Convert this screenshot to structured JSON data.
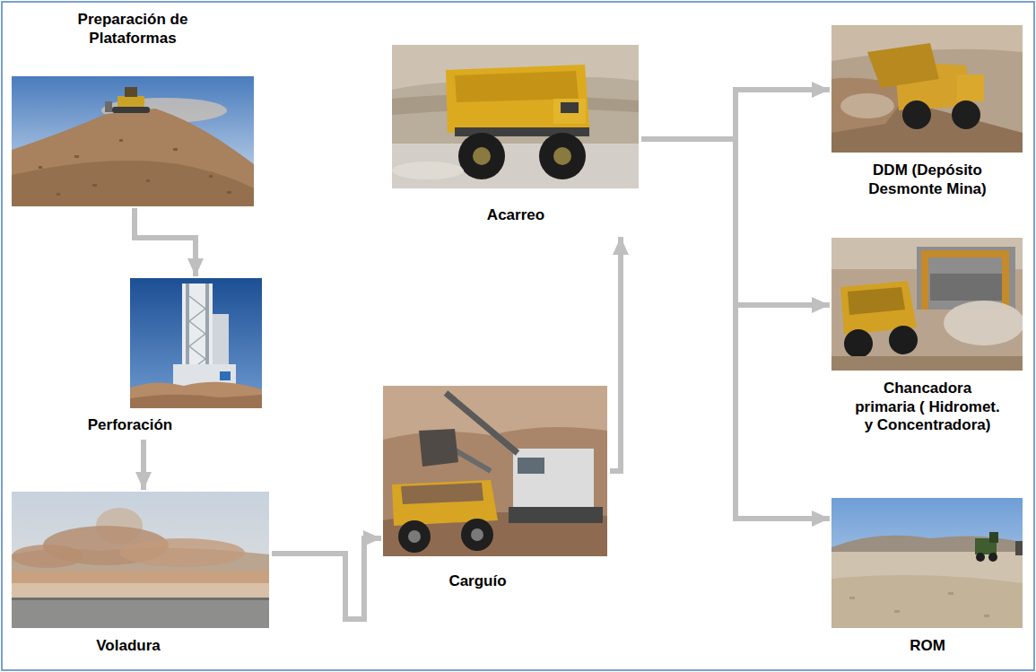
{
  "diagram": {
    "nodes": [
      {
        "text": [
          "Preparación de Plataformas"
        ]
      },
      {
        "text": [
          "Perforación"
        ]
      },
      {
        "text": [
          "Voladura"
        ]
      },
      {
        "text": [
          "Carguío"
        ]
      },
      {
        "text": [
          "Acarreo"
        ]
      },
      {
        "text": [
          "DDM (Depósito Desmonte Mina)"
        ]
      },
      {
        "text": [
          "Chancadora primaria ( Hidromet. y Concentradora)"
        ]
      },
      {
        "text": [
          "ROM"
        ]
      }
    ],
    "edges": [
      {
        "from": 0,
        "to": 1,
        "arrow": "to"
      },
      {
        "from": 1,
        "to": 2,
        "arrow": "to"
      },
      {
        "from": 2,
        "to": 3,
        "arrow": "to"
      },
      {
        "from": 3,
        "to": 4,
        "arrow": "to"
      },
      {
        "from": 4,
        "to": 5,
        "arrow": "to"
      },
      {
        "from": 4,
        "to": 6,
        "arrow": "to"
      },
      {
        "from": 4,
        "to": 7,
        "arrow": "to"
      }
    ]
  }
}
